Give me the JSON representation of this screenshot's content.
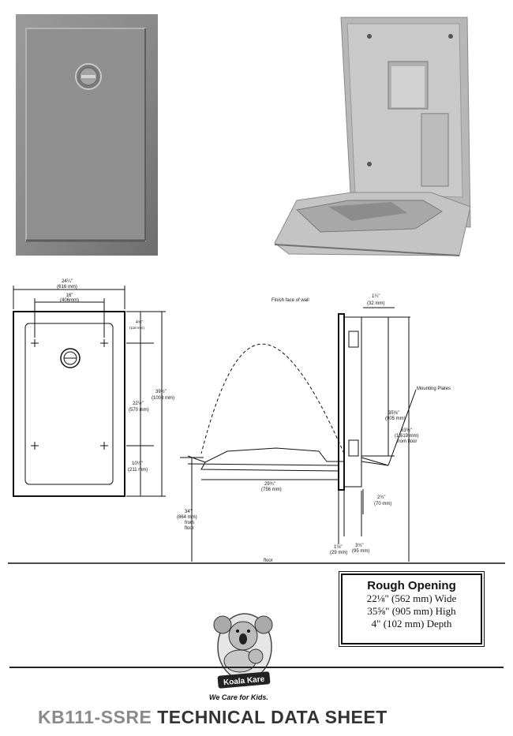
{
  "diagram": {
    "front_width": "24¼\"",
    "front_width_mm": "(616 mm)",
    "mount_spacing": "16\"",
    "mount_spacing_mm": "(406mm)",
    "top_offset": "4⅝\"",
    "top_offset_mm": "(118 mm)",
    "mount_vertical": "22½\"",
    "mount_vertical_mm": "(570 mm)",
    "bottom_offset": "10½\"",
    "bottom_offset_mm": "(211 mm)",
    "overall_height": "39½\"",
    "overall_height_mm": "(1003 mm)",
    "finish_face_label": "Finish face of wall",
    "side_top_depth": "1¼\"",
    "side_top_depth_mm": "(32 mm)",
    "mounting_plates_label": "Mounting Plates",
    "plate_spacing": "35⅝\"",
    "plate_spacing_mm": "(905 mm)",
    "floor_to_top": "63¾\"",
    "floor_to_top_mm": "(1,619 mm)",
    "from_floor": "from floor",
    "open_depth": "29¾\"",
    "open_depth_mm": "(756 mm)",
    "bottom_gap": "2¾\"",
    "bottom_gap_mm": "(70 mm)",
    "bed_height": "34\"",
    "bed_height_mm": "(864 mm)",
    "bed_from": "from",
    "bed_floor": "floor",
    "recess_depth": "1⅛\"",
    "recess_depth_mm": "(29 mm)",
    "closed_depth": "3¾\"",
    "closed_depth_mm": "(95 mm)",
    "floor_label": "floor"
  },
  "rough_opening": {
    "title": "Rough Opening",
    "wide": "22⅛\" (562 mm) Wide",
    "high": "35⅝\" (905 mm) High",
    "depth": "4\" (102 mm) Depth"
  },
  "brand": {
    "logo_text": "Koala Kare",
    "tagline": "We Care for Kids."
  },
  "footer": {
    "model": "KB111-SSRE",
    "title": "TECHNICAL DATA SHEET"
  }
}
